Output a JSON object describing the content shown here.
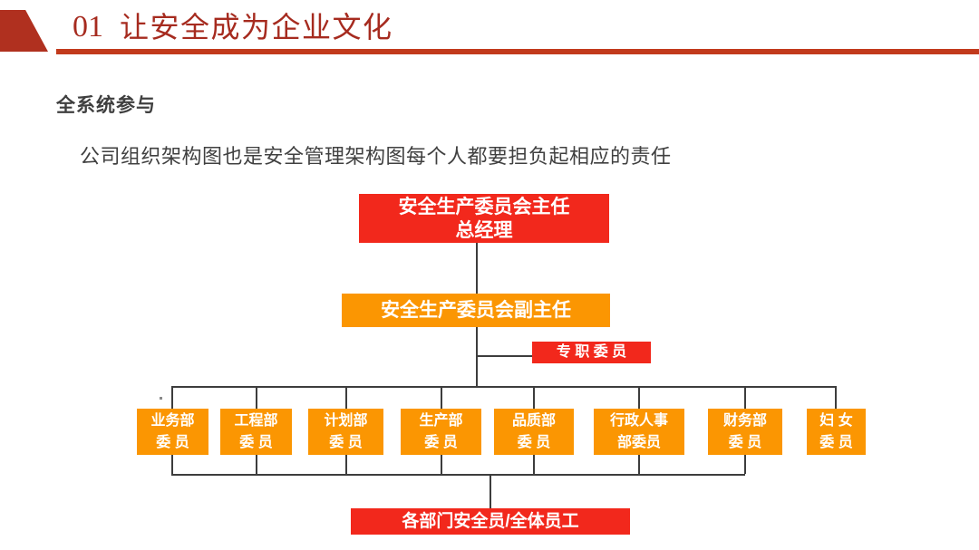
{
  "slide": {
    "header": {
      "number": "01",
      "title": "让安全成为企业文化"
    },
    "section_heading": "全系统参与",
    "body_text": "公司组织架构图也是安全管理架构图每个人都要担负起相应的责任"
  },
  "org_chart": {
    "root": {
      "line1": "安全生产委员会主任",
      "line2": "总经理"
    },
    "deputy": {
      "label": "安全生产委员会副主任"
    },
    "staff": {
      "label": "专 职 委 员"
    },
    "departments": [
      {
        "line1": "业务部",
        "line2": "委 员"
      },
      {
        "line1": "工程部",
        "line2": "委 员"
      },
      {
        "line1": "计划部",
        "line2": "委 员"
      },
      {
        "line1": "生产部",
        "line2": "委 员"
      },
      {
        "line1": "品质部",
        "line2": "委 员"
      },
      {
        "line1": "行政人事",
        "line2": "部委员"
      },
      {
        "line1": "财务部",
        "line2": "委 员"
      },
      {
        "line1": "妇 女",
        "line2": "委 员"
      }
    ],
    "bottom": {
      "label": "各部门安全员/全体员工"
    }
  },
  "colors": {
    "box_red": "#F2281C",
    "box_orange": "#FB9602",
    "dark_red": "#A62B1F",
    "underline_red": "#C23A1C",
    "ribbon_red": "#B0301F"
  }
}
